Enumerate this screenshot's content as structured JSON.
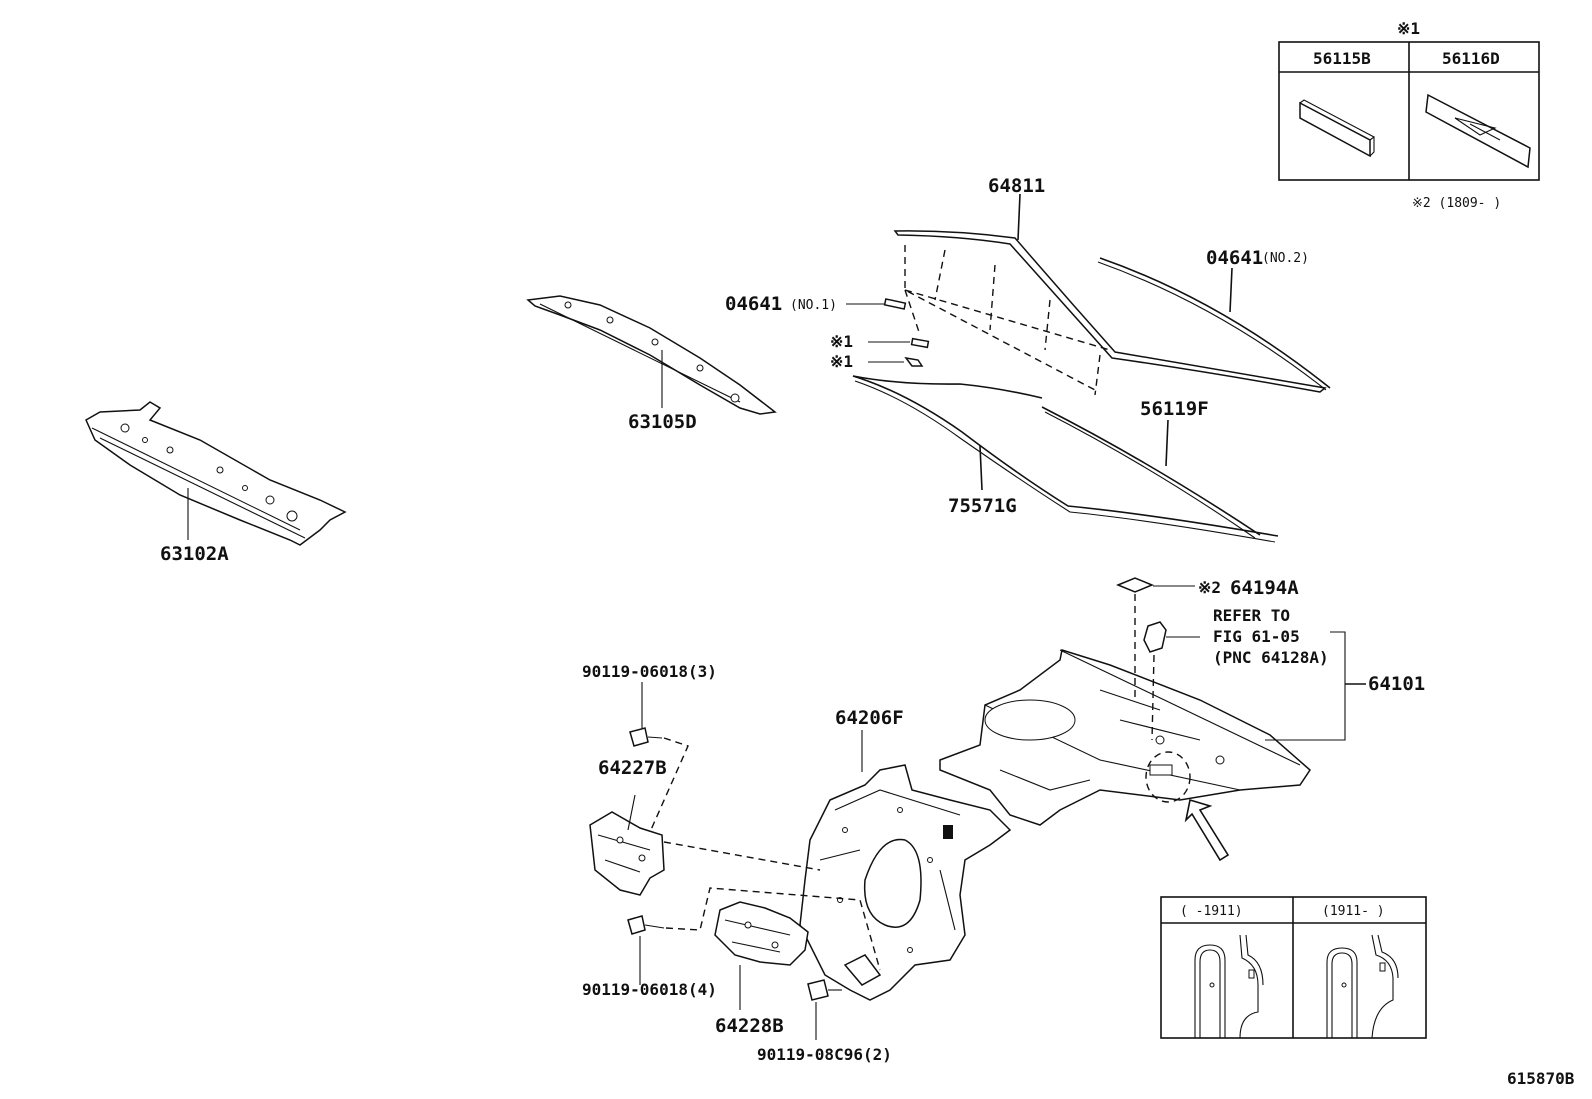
{
  "callouts": {
    "p63102A": "63102A",
    "p63105D": "63105D",
    "p64811": "64811",
    "p04641_no1": "04641",
    "p04641_no1_note": "(NO.1)",
    "p04641_no2": "04641",
    "p04641_no2_note": "(NO.2)",
    "mark1_a": "※1",
    "mark1_b": "※1",
    "p56119F": "56119F",
    "p75571G": "75571G",
    "mark2_64194A": "※2",
    "p64194A": "64194A",
    "refer_line1": "REFER TO",
    "refer_line2": "FIG 61-05",
    "refer_line3": "(PNC 64128A)",
    "p64101": "64101",
    "p64206F": "64206F",
    "bolt_top": "90119-06018(3)",
    "p64227B": "64227B",
    "bolt_mid": "90119-06018(4)",
    "p64228B": "64228B",
    "bolt_bottom": "90119-08C96(2)",
    "figure_id": "615870B"
  },
  "inset_top": {
    "header_mark": "※1",
    "col1": "56115B",
    "col2": "56116D",
    "footnote": "※2 (1809-      )"
  },
  "inset_bottom": {
    "col1": "(    -1911)",
    "col2": "(1911-    )"
  }
}
